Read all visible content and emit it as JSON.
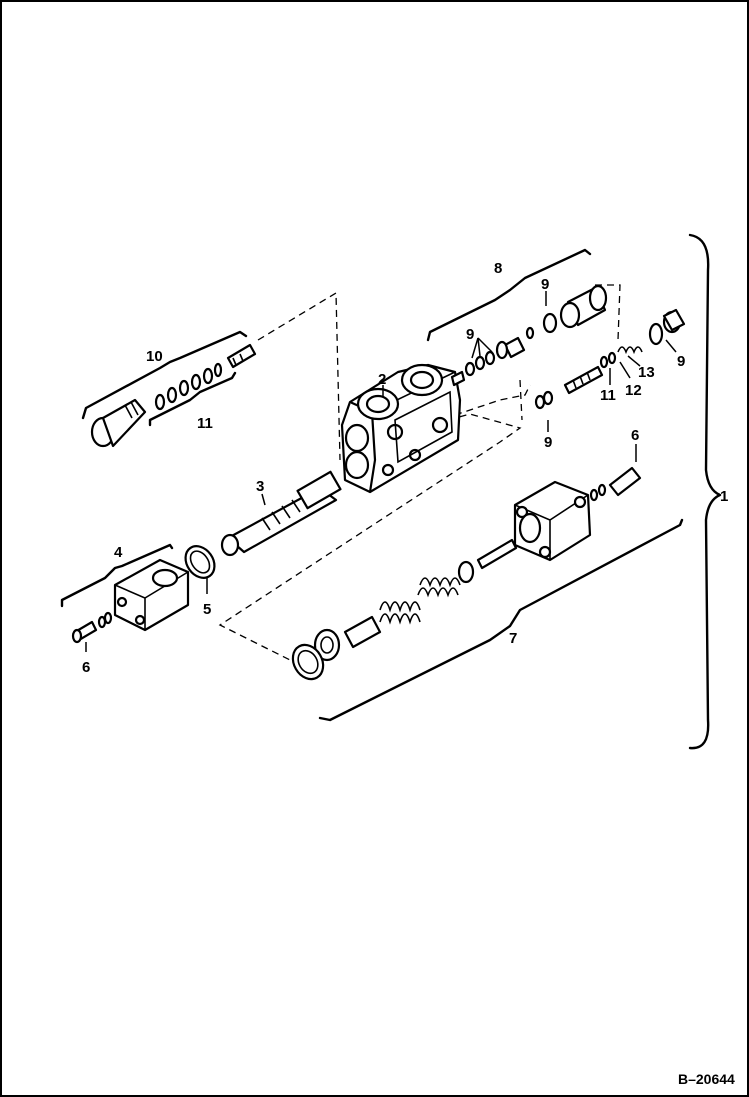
{
  "figure_id": "B–20644",
  "callouts": {
    "c1": "1",
    "c2": "2",
    "c3": "3",
    "c4": "4",
    "c5": "5",
    "c6a": "6",
    "c6b": "6",
    "c7": "7",
    "c8": "8",
    "c9a": "9",
    "c9b": "9",
    "c9c": "9",
    "c9d": "9",
    "c10": "10",
    "c11a": "11",
    "c11b": "11",
    "c12": "12",
    "c13": "13"
  }
}
